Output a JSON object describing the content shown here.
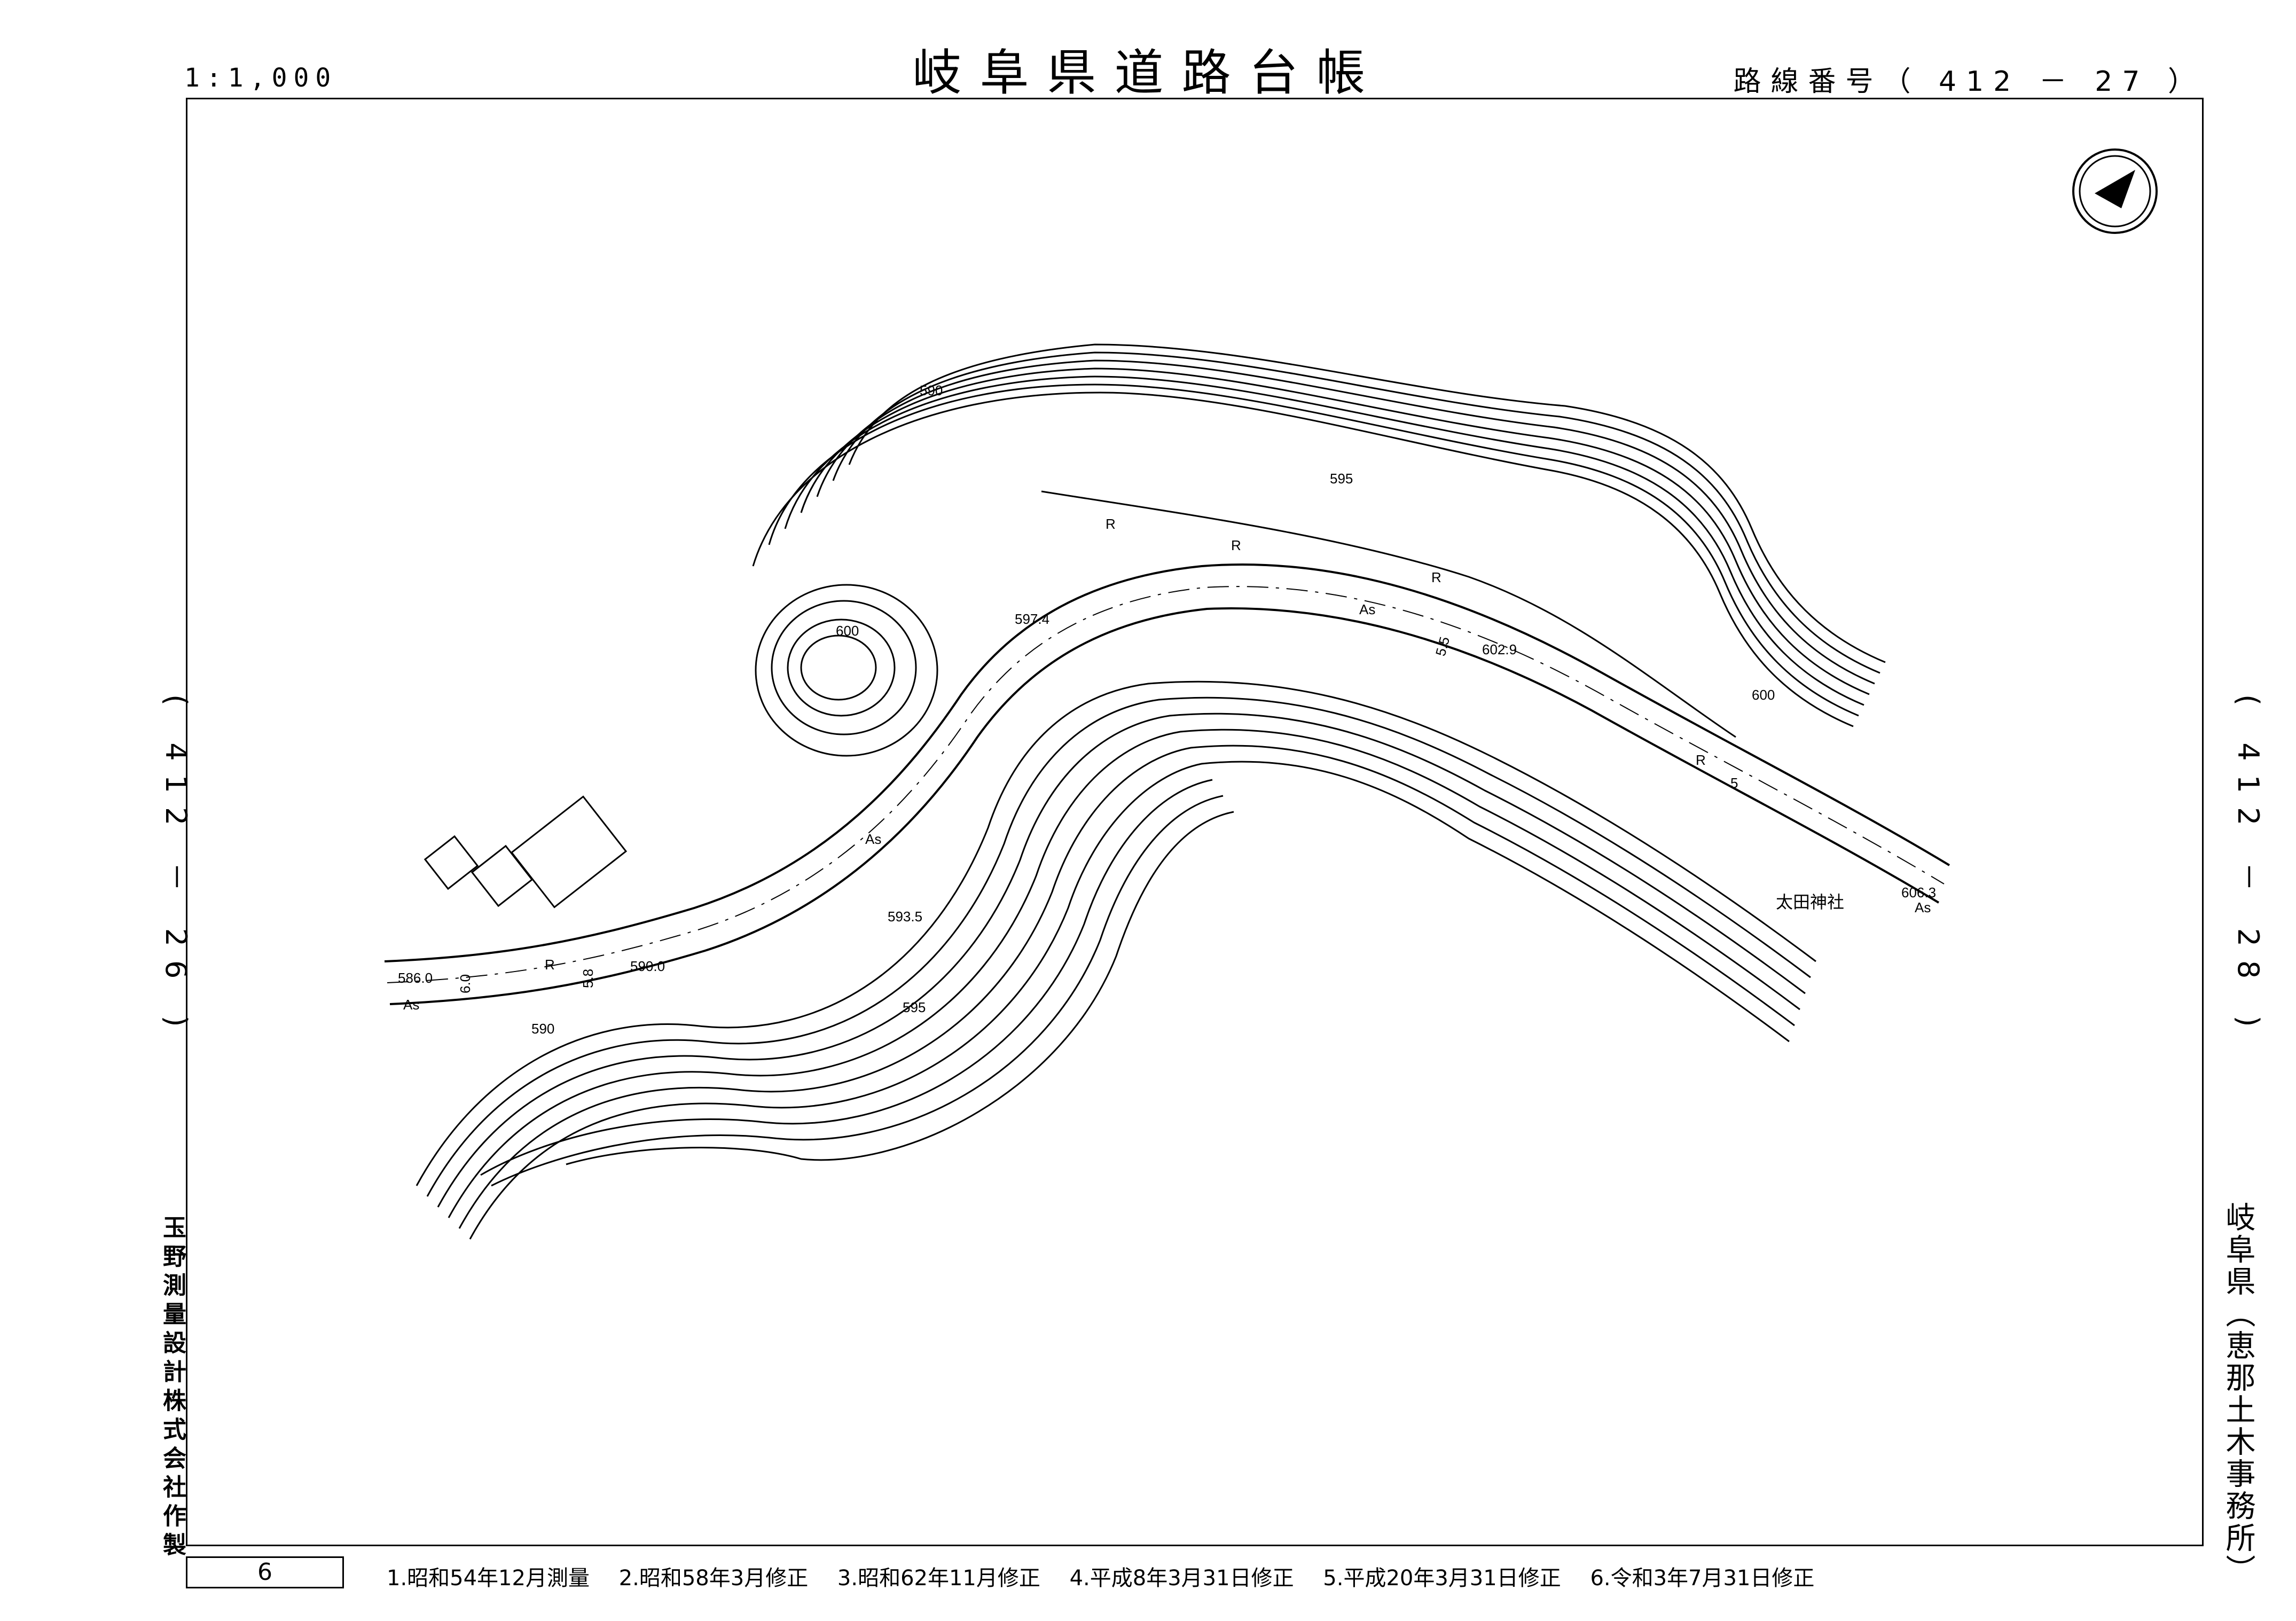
{
  "header": {
    "title": "岐阜県道路台帳",
    "scale": "1:1,000",
    "route_number": "路線番号（ 412 － 27 ）"
  },
  "side_labels": {
    "left_route": "( 412 － 26 )",
    "right_route": "( 412 － 28 )",
    "office": "岐阜県（恵那土木事務所）",
    "maker": "玉野測量設計株式会社作製"
  },
  "footer": {
    "sheet_number": "6",
    "history": [
      "1.昭和54年12月測量",
      "2.昭和58年3月修正",
      "3.昭和62年11月修正",
      "4.平成8年3月31日修正",
      "5.平成20年3月31日修正",
      "6.令和3年7月31日修正"
    ]
  },
  "map_labels": {
    "c590_top": "590",
    "c595_top": "595",
    "c600_hill": "600",
    "c600_right": "600",
    "c595_bottom": "595",
    "c590_bottom": "590",
    "elev_5974": "597.4",
    "elev_5935": "593.5",
    "elev_586": "586.0",
    "elev_590": "590.0",
    "elev_6029": "602.9",
    "elev_6063": "606.3",
    "shrine": "太田神社",
    "as1": "As",
    "as2": "As",
    "as3": "As",
    "as4": "As",
    "r1": "R",
    "r2": "R",
    "r3": "R",
    "r4": "R",
    "r5": "R",
    "w60": "6.0",
    "w58": "5.8",
    "w55": "5.5",
    "w5": "5"
  },
  "colors": {
    "line": "#000000",
    "paper": "#ffffff"
  }
}
